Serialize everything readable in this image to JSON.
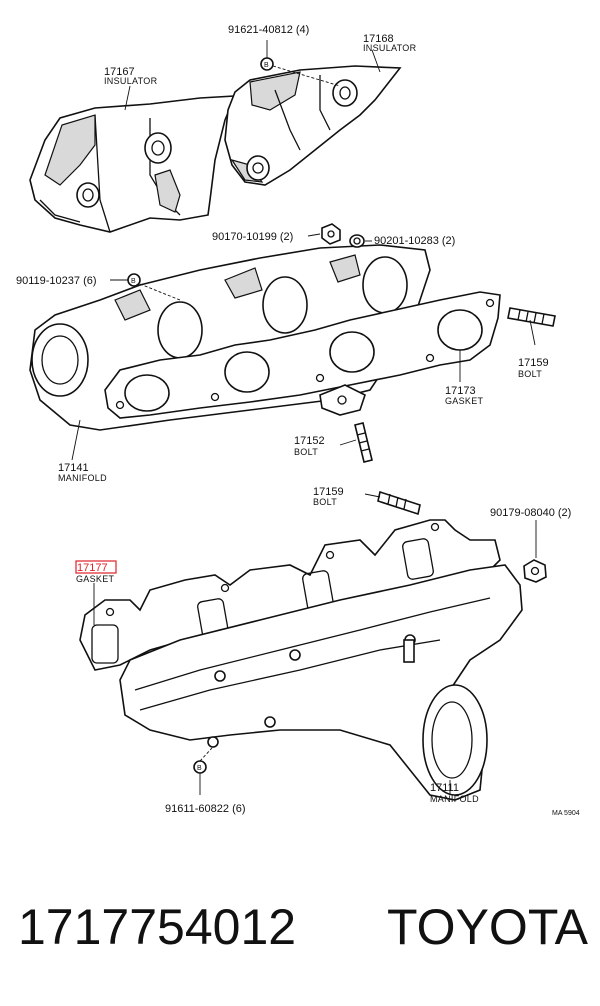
{
  "labels": {
    "p91621": "91621-40812 (4)",
    "p17168": "17168",
    "p17168_desc": "INSULATOR",
    "p17167": "17167",
    "p17167_desc": "INSULATOR",
    "p90170": "90170-10199 (2)",
    "p90201": "90201-10283 (2)",
    "p90119": "90119-10237 (6)",
    "p17159a": "17159",
    "p17159a_desc": "BOLT",
    "p17173": "17173",
    "p17173_desc": "GASKET",
    "p17152": "17152",
    "p17152_desc": "BOLT",
    "p17141": "17141",
    "p17141_desc": "MANIFOLD",
    "p17159b": "17159",
    "p17159b_desc": "BOLT",
    "p90179": "90179-08040 (2)",
    "p17177": "17177",
    "p17177_desc": "GASKET",
    "p91611": "91611-60822 (6)",
    "p17111": "17111",
    "p17111_desc": "MANIFOLD",
    "code": "MA 5904",
    "callout_b": "B"
  },
  "footer": {
    "part_number": "1717754012",
    "brand": "TOYOTA"
  },
  "colors": {
    "highlight": "#e0202a",
    "ink": "#111111",
    "shade": "#d9d9d9"
  }
}
